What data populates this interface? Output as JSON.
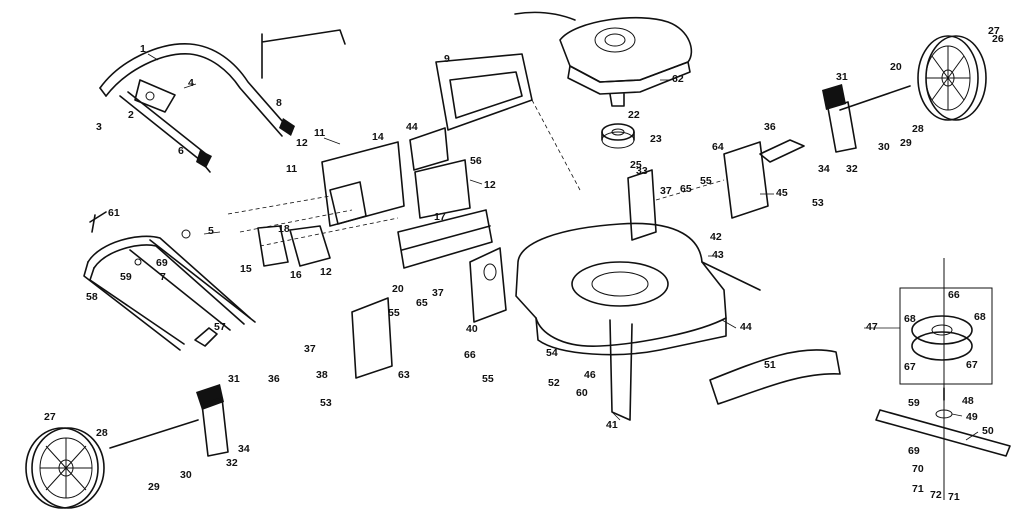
{
  "diagram": {
    "part_labels": [
      "1",
      "2",
      "3",
      "4",
      "5",
      "6",
      "7",
      "8",
      "9",
      "11",
      "11",
      "12",
      "12",
      "12",
      "14",
      "15",
      "16",
      "17",
      "18",
      "20",
      "20",
      "22",
      "23",
      "25",
      "26",
      "27",
      "27",
      "28",
      "28",
      "29",
      "29",
      "30",
      "30",
      "31",
      "31",
      "32",
      "32",
      "33",
      "34",
      "34",
      "36",
      "36",
      "37",
      "37",
      "37",
      "38",
      "40",
      "41",
      "42",
      "43",
      "44",
      "44",
      "45",
      "46",
      "47",
      "48",
      "49",
      "50",
      "51",
      "52",
      "53",
      "53",
      "54",
      "55",
      "55",
      "55",
      "56",
      "57",
      "58",
      "59",
      "59",
      "60",
      "61",
      "62",
      "63",
      "64",
      "65",
      "65",
      "66",
      "66",
      "67",
      "67",
      "68",
      "68",
      "69",
      "69",
      "70",
      "71",
      "71",
      "72"
    ]
  }
}
